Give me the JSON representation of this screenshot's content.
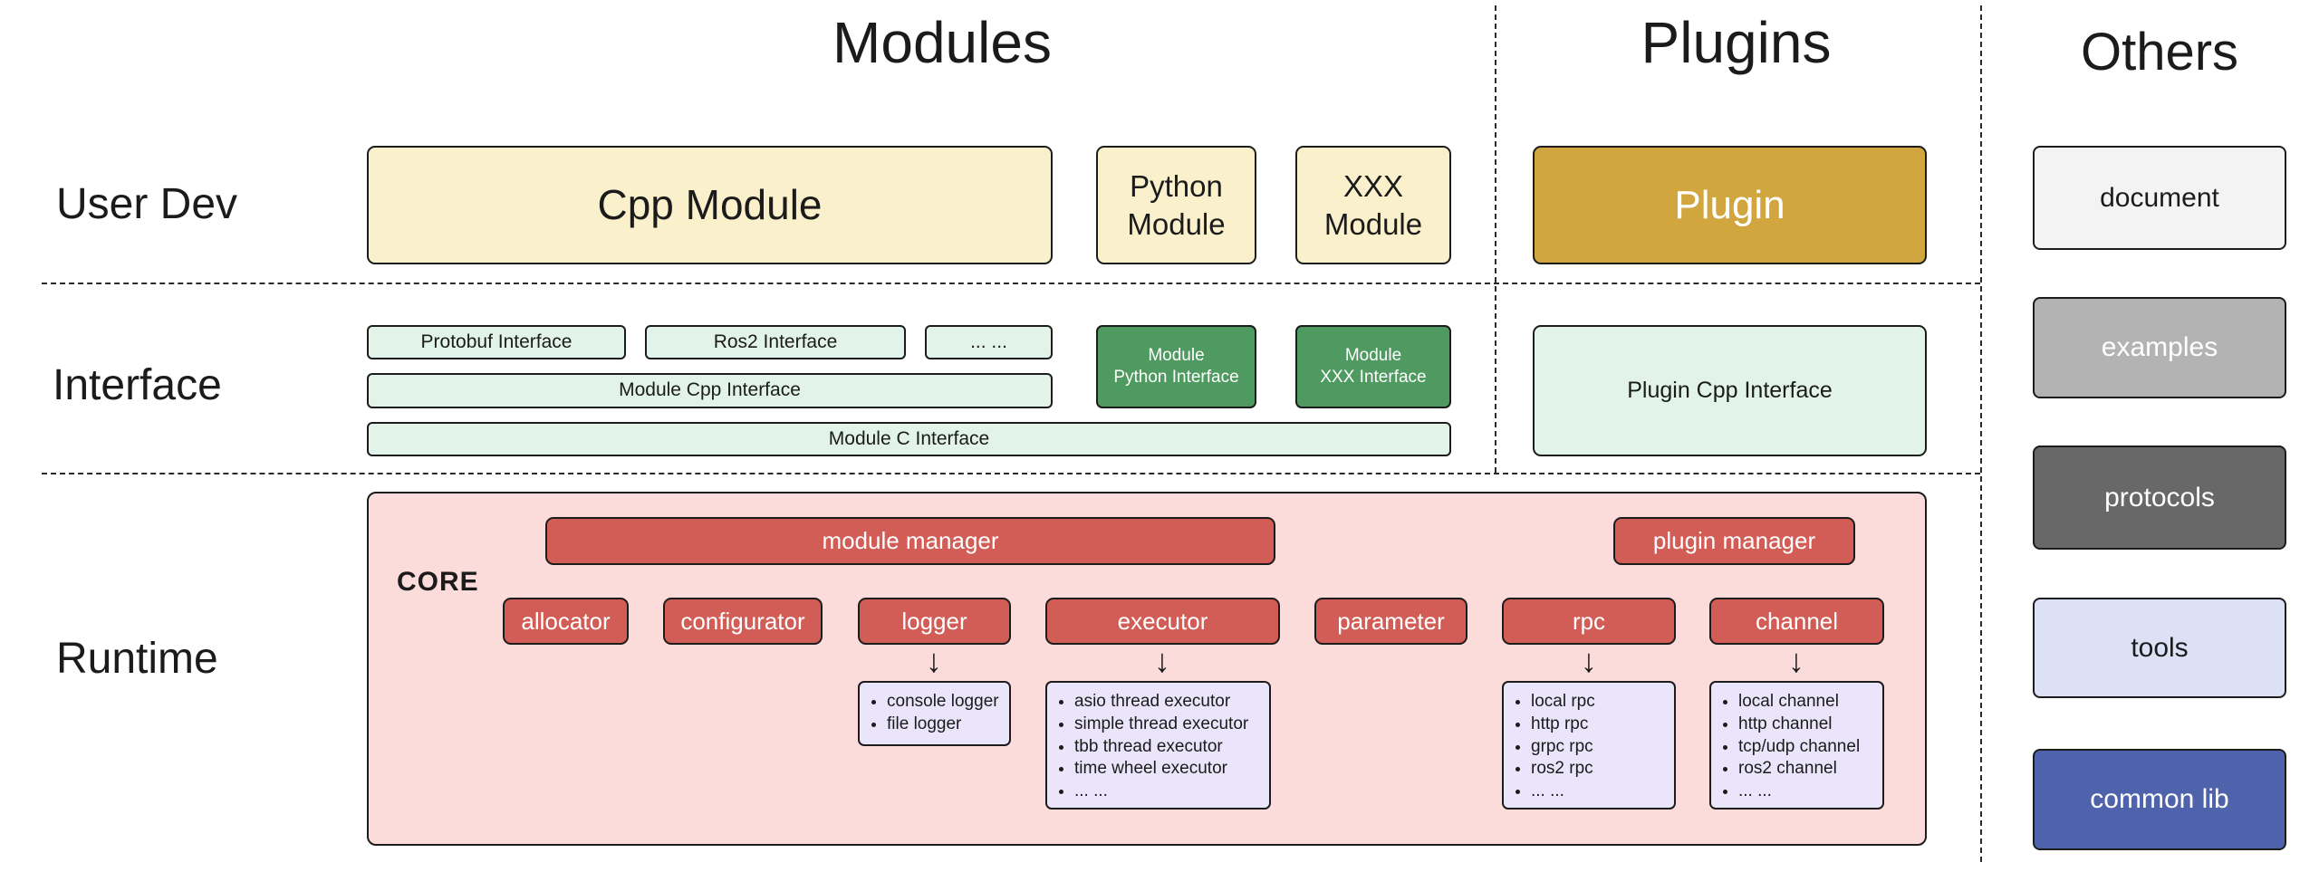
{
  "headers": {
    "modules": "Modules",
    "plugins": "Plugins",
    "others": "Others"
  },
  "row_labels": {
    "user_dev": "User Dev",
    "interface": "Interface",
    "runtime": "Runtime"
  },
  "user_dev": {
    "cpp_module": "Cpp Module",
    "python_module": "Python\nModule",
    "xxx_module": "XXX\nModule",
    "plugin": "Plugin"
  },
  "interface": {
    "protobuf": "Protobuf Interface",
    "ros2": "Ros2 Interface",
    "ellipsis": "... ...",
    "module_cpp": "Module Cpp Interface",
    "module_c": "Module C Interface",
    "module_python": "Module\nPython Interface",
    "module_xxx": "Module\nXXX Interface",
    "plugin_cpp": "Plugin Cpp Interface"
  },
  "runtime": {
    "core_label": "CORE",
    "module_manager": "module manager",
    "plugin_manager": "plugin manager",
    "components": [
      "allocator",
      "configurator",
      "logger",
      "executor",
      "parameter",
      "rpc",
      "channel"
    ],
    "logger_items": [
      "console logger",
      "file logger"
    ],
    "executor_items": [
      "asio thread executor",
      "simple thread executor",
      "tbb thread executor",
      "time wheel executor",
      "... ..."
    ],
    "rpc_items": [
      "local rpc",
      "http rpc",
      "grpc rpc",
      "ros2 rpc",
      "... ..."
    ],
    "channel_items": [
      "local channel",
      "http channel",
      "tcp/udp channel",
      "ros2 channel",
      "... ..."
    ]
  },
  "others": {
    "items": [
      "document",
      "examples",
      "protocols",
      "tools",
      "common lib"
    ]
  },
  "icons": {
    "down_arrow": "↓"
  },
  "colors": {
    "cream": "#faf0cb",
    "gold": "#d2a63e",
    "light_green": "#e2f4e9",
    "dark_green": "#4f9a60",
    "pink": "#fcdbdb",
    "red": "#d25d56",
    "lavender": "#eae5fa",
    "document_bg": "#f3f3f3",
    "examples_bg": "#b3b3b3",
    "protocols_bg": "#686868",
    "tools_bg": "#dde1f6",
    "common_lib_bg": "#4f63ac"
  }
}
